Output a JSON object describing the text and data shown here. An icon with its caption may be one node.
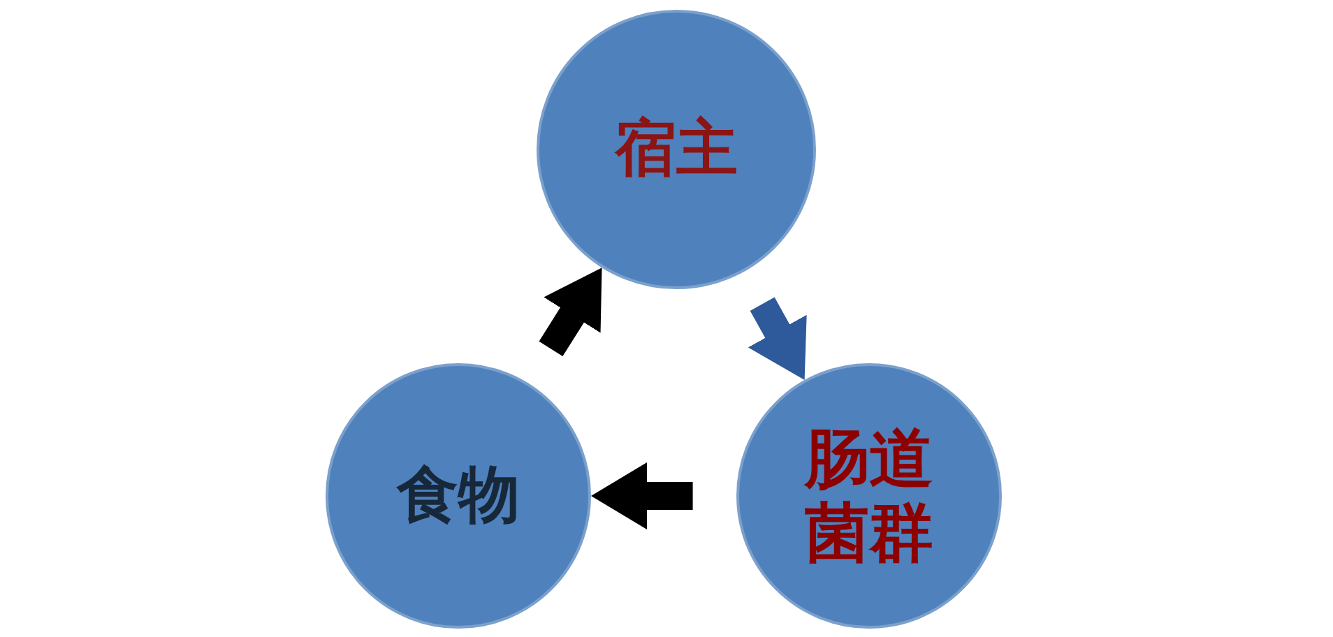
{
  "diagram": {
    "nodes": [
      {
        "text": [
          "宿主"
        ]
      },
      {
        "text": [
          "肠道菌群"
        ]
      },
      {
        "text": [
          "食物"
        ]
      }
    ],
    "edges": [
      {
        "from": 0,
        "to": 1,
        "arrow": "to",
        "color": "#2e5a9c"
      },
      {
        "from": 1,
        "to": 2,
        "arrow": "to"
      },
      {
        "from": 2,
        "to": 0,
        "arrow": "to"
      }
    ]
  }
}
